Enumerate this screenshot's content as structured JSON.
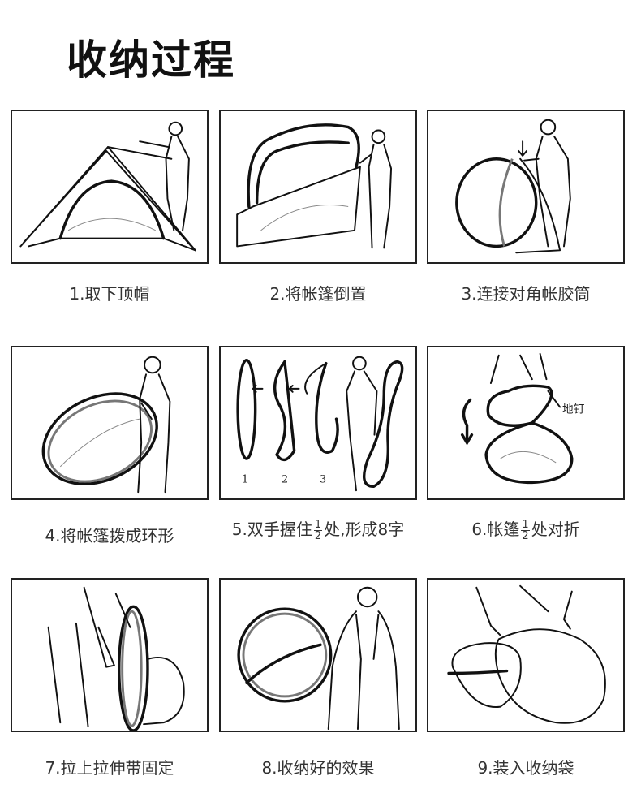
{
  "title": "收纳过程",
  "steps": [
    {
      "caption": "1.取下顶帽"
    },
    {
      "caption": "2.将帐篷倒置"
    },
    {
      "caption": "3.连接对角帐胶筒"
    },
    {
      "caption": "4.将帐篷拨成环形"
    },
    {
      "caption_pre": "5.双手握住",
      "frac_num": "1",
      "frac_den": "2",
      "caption_post": "处,形成8字",
      "sub_labels": [
        "1",
        "2",
        "3"
      ]
    },
    {
      "caption_pre": "6.帐篷",
      "frac_num": "1",
      "frac_den": "2",
      "caption_post": "处对折",
      "annotation": "地钉"
    },
    {
      "caption": "7.拉上拉伸带固定"
    },
    {
      "caption": "8.收纳好的效果"
    },
    {
      "caption": "9.装入收纳袋"
    }
  ]
}
